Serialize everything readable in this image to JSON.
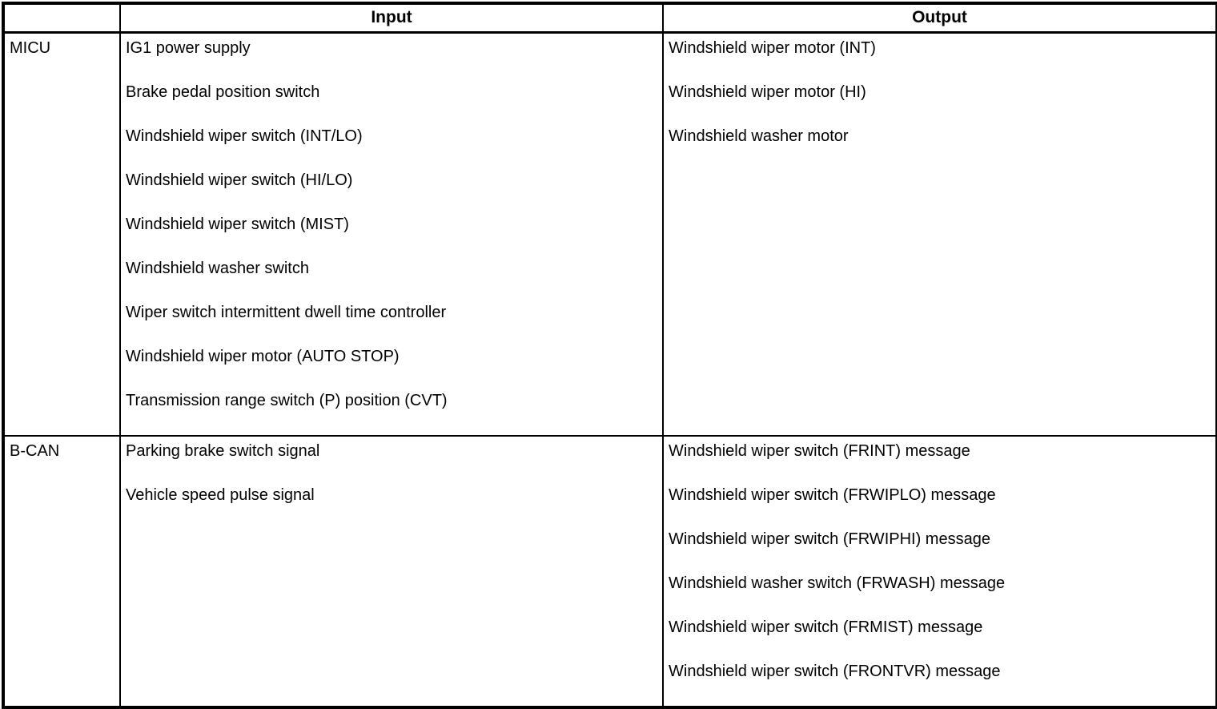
{
  "table": {
    "header": {
      "corner": "",
      "input": "Input",
      "output": "Output"
    },
    "rows": [
      {
        "source": "MICU",
        "inputs": [
          "IG1 power supply",
          "Brake pedal position switch",
          "Windshield wiper switch (INT/LO)",
          "Windshield wiper switch (HI/LO)",
          "Windshield wiper switch (MIST)",
          "Windshield washer switch",
          "Wiper switch intermittent dwell time controller",
          "Windshield wiper motor (AUTO STOP)",
          "Transmission range switch (P) position (CVT)"
        ],
        "outputs": [
          "Windshield wiper motor (INT)",
          "Windshield wiper motor (HI)",
          "Windshield washer motor"
        ]
      },
      {
        "source": "B-CAN",
        "inputs": [
          "Parking brake switch signal",
          "Vehicle speed pulse signal"
        ],
        "outputs": [
          "Windshield wiper switch (FRINT) message",
          "Windshield wiper switch (FRWIPLO) message",
          "Windshield wiper switch (FRWIPHI) message",
          "Windshield washer switch (FRWASH) message",
          "Windshield wiper switch (FRMIST) message",
          "Windshield wiper switch (FRONTVR) message"
        ]
      }
    ]
  }
}
